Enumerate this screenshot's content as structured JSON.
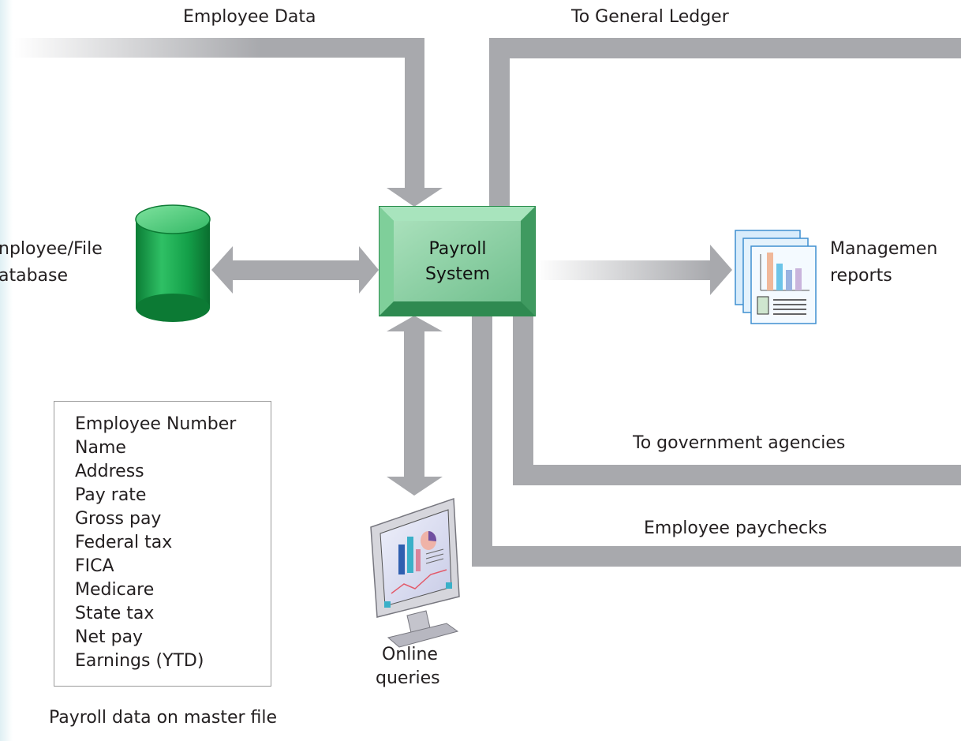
{
  "labels": {
    "employee_data": "Employee Data",
    "to_general_ledger": "To General Ledger",
    "payroll_system_line1": "Payroll",
    "payroll_system_line2": "System",
    "database_line1": "nployee/File",
    "database_line2": "atabase",
    "management_line1": "Managemen",
    "management_line2": "reports",
    "to_government": "To government agencies",
    "employee_paychecks": "Employee paychecks",
    "online_line1": "Online",
    "online_line2": "queries",
    "master_file_caption": "Payroll data on master file"
  },
  "fields": [
    "Employee Number",
    "Name",
    "Address",
    "Pay rate",
    "Gross pay",
    "Federal tax",
    "FICA",
    "Medicare",
    "State tax",
    "Net pay",
    "Earnings (YTD)"
  ],
  "colors": {
    "pipe": "#a8a9ad",
    "box_green": "#8fd3a6",
    "box_border": "#2f9e5a",
    "cylinder_green": "#19a54a",
    "report_blue": "#b9d9f2"
  }
}
